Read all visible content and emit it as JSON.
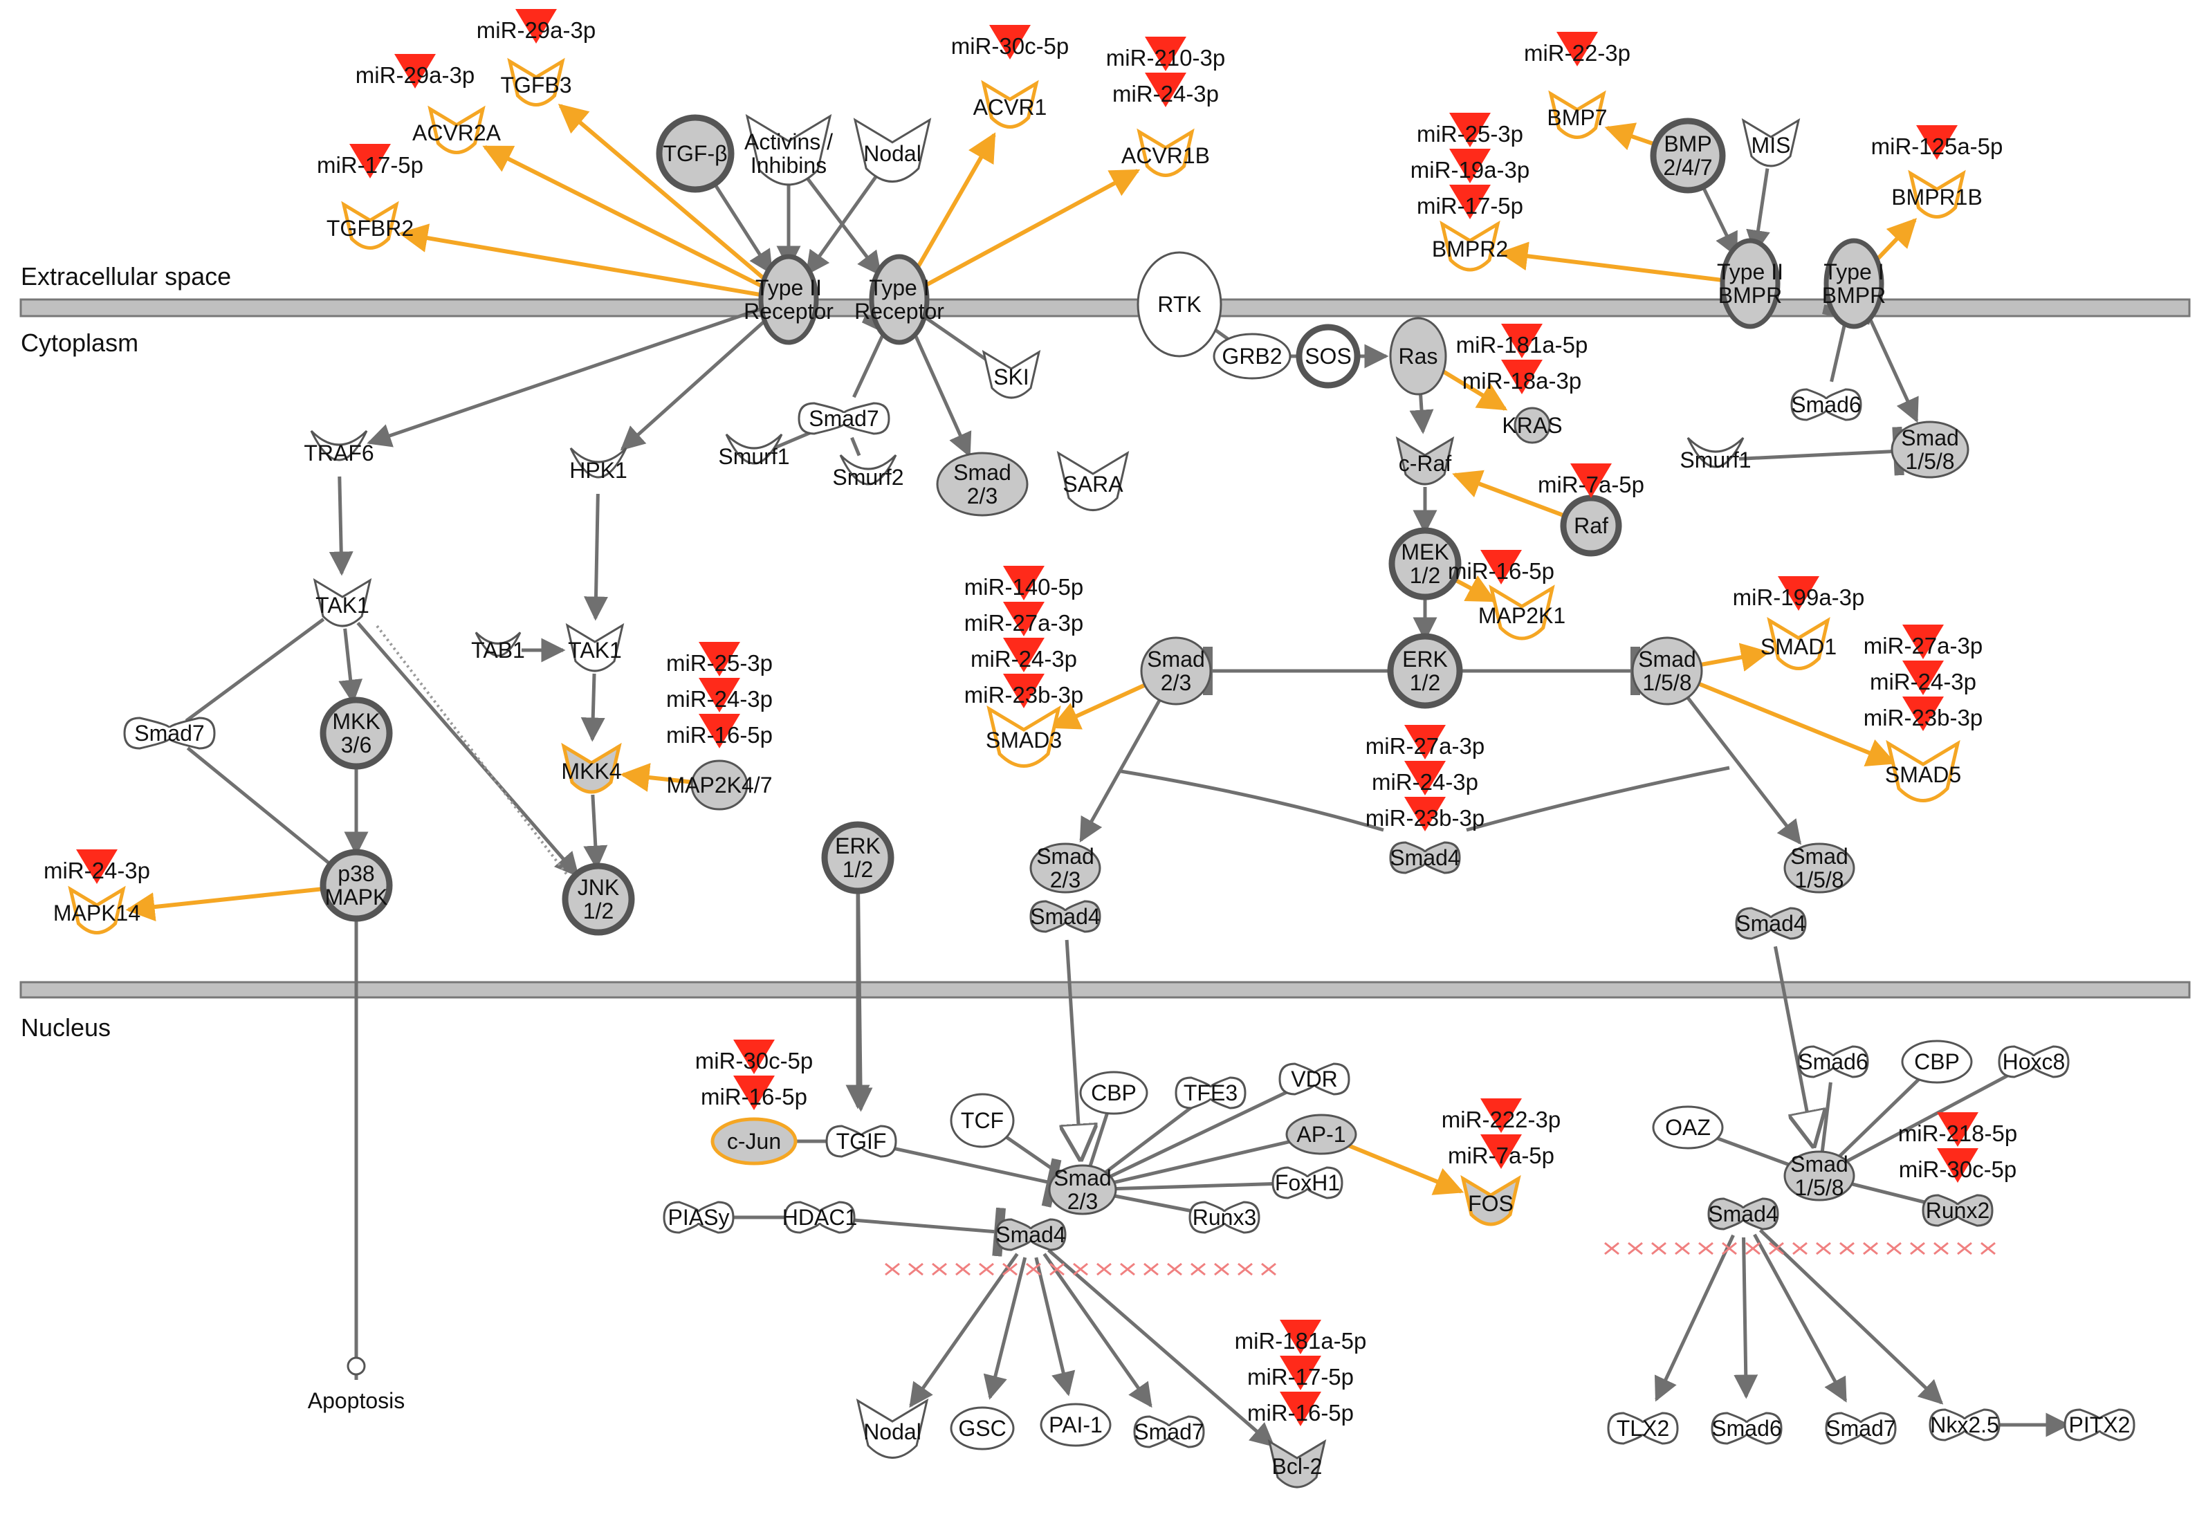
{
  "compartments": {
    "extracellular": "Extracellular space",
    "cytoplasm": "Cytoplasm",
    "nucleus": "Nucleus"
  },
  "nodes": {
    "tgfb": "TGF-β",
    "activins": [
      "Activins /",
      "Inhibins"
    ],
    "nodal_top": "Nodal",
    "acvr2a": "ACVR2A",
    "tgfb3": "TGFB3",
    "tgfbr2": "TGFBR2",
    "acvr1": "ACVR1",
    "acvr1b": "ACVR1B",
    "type2": [
      "Type II",
      "Receptor"
    ],
    "type1": [
      "Type I",
      "Receptor"
    ],
    "ski": "SKI",
    "smad7_c": "Smad7",
    "smurf1": "Smurf1",
    "smurf2": "Smurf2",
    "smad23_c": [
      "Smad",
      "2/3"
    ],
    "sara": "SARA",
    "traf6": "TRAF6",
    "hpk1": "HPK1",
    "tak1_a": "TAK1",
    "tab1": "TAB1",
    "tak1_b": "TAK1",
    "smad7_l": "Smad7",
    "mkk36": [
      "MKK",
      "3/6"
    ],
    "mkk4": "MKK4",
    "map2k47": "MAP2K4/7",
    "p38": [
      "p38",
      "MAPK"
    ],
    "jnk": [
      "JNK",
      "1/2"
    ],
    "mapk14": "MAPK14",
    "rtk": "RTK",
    "grb2": "GRB2",
    "sos": "SOS",
    "ras": "Ras",
    "kras": "KRAS",
    "craf": "c-Raf",
    "raf": "Raf",
    "mek": [
      "MEK",
      "1/2"
    ],
    "map2k1": "MAP2K1",
    "erk_c": [
      "ERK",
      "1/2"
    ],
    "smad23_mid": [
      "Smad",
      "2/3"
    ],
    "smad3": "SMAD3",
    "smad158_mid": [
      "Smad",
      "1/5/8"
    ],
    "smad1": "SMAD1",
    "smad5": "SMAD5",
    "smad4_mid": "Smad4",
    "smad23_l": [
      "Smad",
      "2/3"
    ],
    "smad4_l": "Smad4",
    "smad158_r": [
      "Smad",
      "1/5/8"
    ],
    "smad4_r": "Smad4",
    "bmp7": "BMP7",
    "bmp247": [
      "BMP",
      "2/4/7"
    ],
    "mis": "MIS",
    "bmpr2": "BMPR2",
    "bmpr1b": "BMPR1B",
    "type2bmpr": [
      "Type II",
      "BMPR"
    ],
    "type1bmpr": [
      "Type I",
      "BMPR"
    ],
    "smad6_c": "Smad6",
    "smurf1_r": "Smurf1",
    "smad158_c": [
      "Smad",
      "1/5/8"
    ],
    "erk_n": [
      "ERK",
      "1/2"
    ],
    "cjun": "c-Jun",
    "tgif": "TGIF",
    "tcf": "TCF",
    "cbp_l": "CBP",
    "tfe3": "TFE3",
    "vdr": "VDR",
    "ap1": "AP-1",
    "fos": "FOS",
    "foxh1": "FoxH1",
    "runx3": "Runx3",
    "smad23_n": [
      "Smad",
      "2/3"
    ],
    "smad4_n": "Smad4",
    "piasy": "PIASy",
    "hdac1": "HDAC1",
    "nodal_b": "Nodal",
    "gsc": "GSC",
    "pai1": "PAI-1",
    "smad7_b": "Smad7",
    "bcl2": "Bcl-2",
    "apoptosis": "Apoptosis",
    "smad6_n": "Smad6",
    "cbp_r": "CBP",
    "hoxc8": "Hoxc8",
    "oaz": "OAZ",
    "smad158_n": [
      "Smad",
      "1/5/8"
    ],
    "smad4_nr": "Smad4",
    "runx2": "Runx2",
    "tlx2": "TLX2",
    "smad6_b": "Smad6",
    "smad7_br": "Smad7",
    "nkx25": "Nkx2.5",
    "pitx2": "PITX2"
  },
  "mirnas": {
    "acvr2a": [
      "miR-29a-3p"
    ],
    "tgfb3": [
      "miR-29a-3p"
    ],
    "tgfbr2": [
      "miR-17-5p"
    ],
    "acvr1": [
      "miR-30c-5p"
    ],
    "acvr1b": [
      "miR-210-3p",
      "miR-24-3p"
    ],
    "bmp7": [
      "miR-22-3p"
    ],
    "bmpr2": [
      "miR-25-3p",
      "miR-19a-3p",
      "miR-17-5p"
    ],
    "bmpr1b": [
      "miR-125a-5p"
    ],
    "kras": [
      "miR-181a-5p",
      "miR-18a-3p"
    ],
    "raf": [
      "miR-7a-5p"
    ],
    "map2k1": [
      "miR-16-5p"
    ],
    "smad3": [
      "miR-140-5p",
      "miR-27a-3p",
      "miR-24-3p",
      "miR-23b-3p"
    ],
    "smad1": [
      "miR-199a-3p"
    ],
    "smad5": [
      "miR-27a-3p",
      "miR-24-3p",
      "miR-23b-3p"
    ],
    "smad4": [
      "miR-27a-3p",
      "miR-24-3p",
      "miR-23b-3p"
    ],
    "mkk4": [
      "miR-25-3p",
      "miR-24-3p",
      "miR-16-5p"
    ],
    "mapk14": [
      "miR-24-3p"
    ],
    "cjun": [
      "miR-30c-5p",
      "miR-16-5p"
    ],
    "fos": [
      "miR-222-3p",
      "miR-7a-5p"
    ],
    "runx2": [
      "miR-218-5p",
      "miR-30c-5p"
    ],
    "bcl2": [
      "miR-181a-5p",
      "miR-17-5p",
      "miR-16-5p"
    ]
  },
  "colors": {
    "mirna_triangle": "#ff2a1a",
    "target_edge": "#f5a623",
    "pathway_edge": "#707070",
    "node_fill": "#c8c8c8",
    "membrane": "#c0c0c0",
    "dna_mark": "#f08080"
  }
}
